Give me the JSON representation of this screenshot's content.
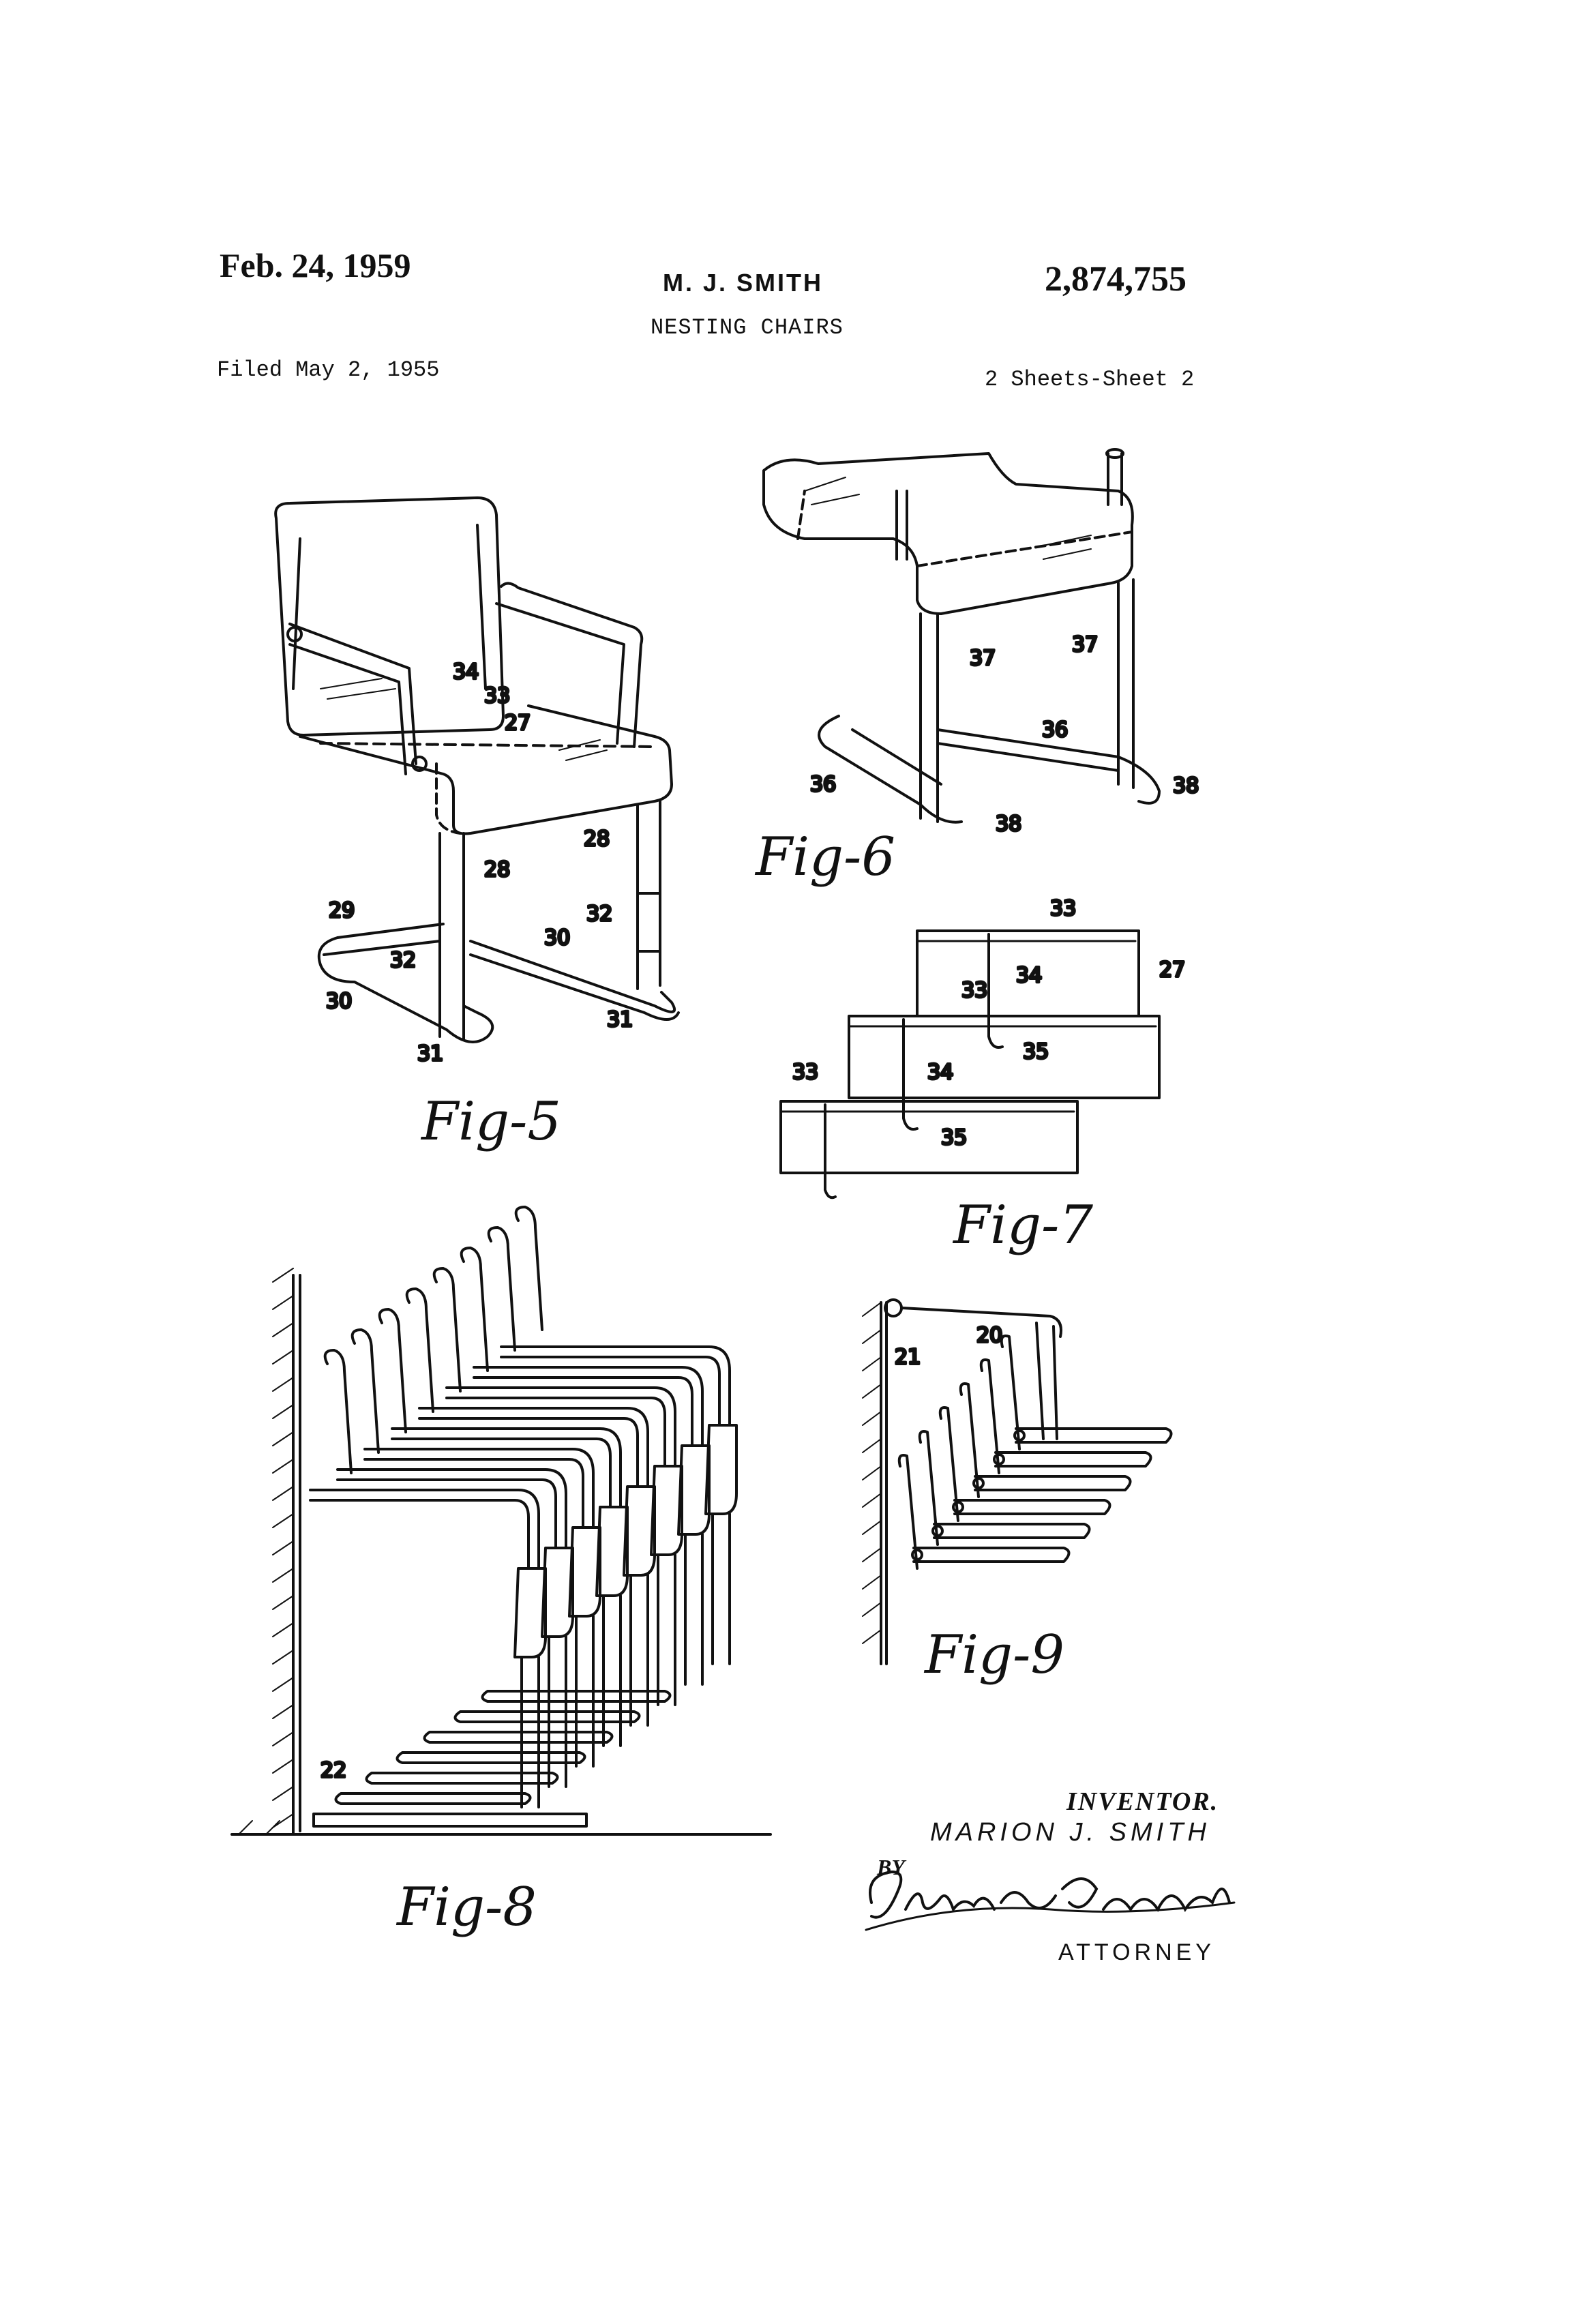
{
  "header": {
    "date": "Feb. 24, 1959",
    "inventor_short": "M. J. SMITH",
    "patent_number": "2,874,755",
    "title": "NESTING CHAIRS",
    "filed": "Filed May 2, 1955",
    "sheets": "2 Sheets-Sheet 2"
  },
  "figures": {
    "fig5": "Fig-5",
    "fig6": "Fig-6",
    "fig7": "Fig-7",
    "fig8": "Fig-8",
    "fig9": "Fig-9"
  },
  "refs": {
    "r20": "20",
    "r21": "21",
    "r22": "22",
    "r27": "27",
    "r28": "28",
    "r29": "29",
    "r30": "30",
    "r31": "31",
    "r32": "32",
    "r33": "33",
    "r34": "34",
    "r35": "35",
    "r36": "36",
    "r37": "37",
    "r38": "38"
  },
  "signature_block": {
    "label": "INVENTOR.",
    "inventor": "MARION J. SMITH",
    "by": "BY",
    "attorney_signature": "Charles S. Penfold",
    "attorney_label": "ATTORNEY"
  }
}
